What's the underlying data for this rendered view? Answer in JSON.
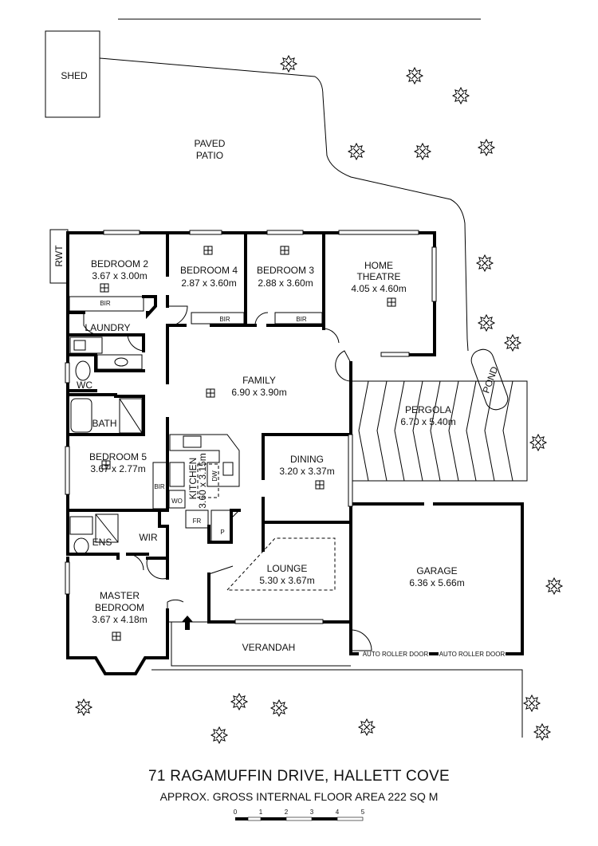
{
  "property": {
    "address": "71 RAGAMUFFIN DRIVE, HALLETT COVE",
    "area_note": "APPROX. GROSS INTERNAL FLOOR AREA  222 SQ M"
  },
  "scale_bar": {
    "ticks": [
      "0",
      "1",
      "2",
      "3",
      "4",
      "5"
    ]
  },
  "outdoor": {
    "shed": "SHED",
    "paved": "PAVED",
    "patio": "PATIO",
    "rwt": "RWT",
    "pond": "POND",
    "verandah": "VERANDAH",
    "roller_door_1": "AUTO ROLLER DOOR",
    "roller_door_2": "AUTO ROLLER DOOR"
  },
  "rooms": {
    "bedroom2": {
      "name": "BEDROOM 2",
      "size": "3.67 x 3.00m",
      "bir": "BIR"
    },
    "bedroom4": {
      "name": "BEDROOM 4",
      "size": "2.87 x 3.60m",
      "bir": "BIR"
    },
    "bedroom3": {
      "name": "BEDROOM 3",
      "size": "2.88 x 3.60m",
      "bir": "BIR"
    },
    "home_theatre": {
      "name1": "HOME",
      "name2": "THEATRE",
      "size": "4.05 x 4.60m"
    },
    "laundry": {
      "name": "LAUNDRY"
    },
    "wc": {
      "name": "WC"
    },
    "bath": {
      "name": "BATH"
    },
    "family": {
      "name": "FAMILY",
      "size": "6.90 x 3.90m"
    },
    "pergola": {
      "name": "PERGOLA",
      "size": "6.70 x 5.40m"
    },
    "bedroom5": {
      "name": "BEDROOM 5",
      "size": "3.67 x 2.77m",
      "bir": "BIR"
    },
    "kitchen": {
      "name": "KITCHEN",
      "size": "3.60 x 3.15m",
      "dw": "DW",
      "wo": "WO",
      "fr": "FR",
      "p": "P"
    },
    "dining": {
      "name": "DINING",
      "size": "3.20 x 3.37m"
    },
    "ens": {
      "name": "ENS"
    },
    "wir": {
      "name": "WIR"
    },
    "lounge": {
      "name": "LOUNGE",
      "size": "5.30 x 3.67m"
    },
    "garage": {
      "name": "GARAGE",
      "size": "6.36 x 5.66m"
    },
    "master": {
      "name1": "MASTER",
      "name2": "BEDROOM",
      "size": "3.67 x 4.18m"
    }
  }
}
